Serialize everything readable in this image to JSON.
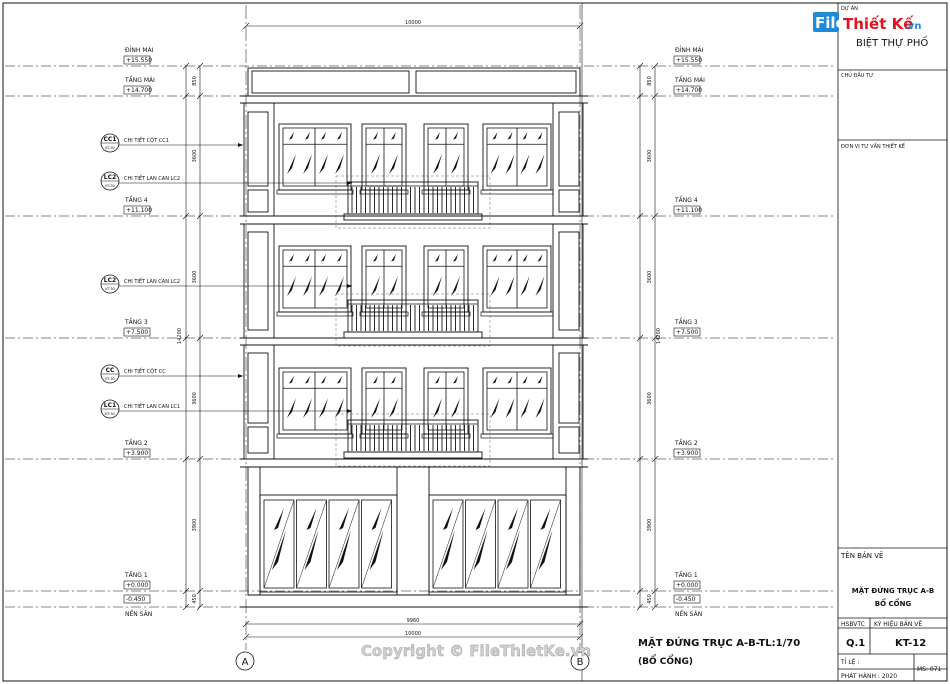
{
  "titleblock": {
    "project_label": "DỰ ÁN",
    "project_name": "BIỆT THỰ PHỐ",
    "investor_label": "CHỦ ĐẦU TƯ",
    "consultant_label": "ĐƠN VỊ TƯ VẤN THIẾT KẾ",
    "drawing_name_label": "TÊN BẢN VẼ",
    "drawing_title_line1": "MẶT ĐỨNG TRỤC A-B",
    "drawing_title_line2": "BỔ CỔNG",
    "code_label": "HSBVTC",
    "symbol_label": "KÝ HIỆU BẢN VẼ",
    "code_value": "Q.1",
    "symbol_value": "KT-12",
    "scale_label": "TỈ LỆ :",
    "issue_label": "PHÁT HÀNH : 2020",
    "ms_label": "MS: 071"
  },
  "logo": {
    "brand_a": "File",
    "brand_b": "Thiết Kế",
    "brand_c": ".vn"
  },
  "levels": [
    {
      "name": "ĐỈNH MÁI",
      "value": "+15.550"
    },
    {
      "name": "TẦNG MÁI",
      "value": "+14.700"
    },
    {
      "name": "TẦNG 4",
      "value": "+11.100"
    },
    {
      "name": "TẦNG 3",
      "value": "+7.500"
    },
    {
      "name": "TẦNG 2",
      "value": "+3.900"
    },
    {
      "name": "TẦNG 1",
      "value": "+0.000"
    },
    {
      "name": "",
      "value": "-0.450"
    },
    {
      "name": "NỀN SÂN",
      "value": ""
    }
  ],
  "callouts": [
    {
      "tag": "CC1",
      "ref": "KT-30",
      "text": "CHI TIẾT CỘT CC1"
    },
    {
      "tag": "LC2",
      "ref": "KT-30",
      "text": "CHI TIẾT LAN CAN LC2"
    },
    {
      "tag": "LC2",
      "ref": "KT-30",
      "text": "CHI TIẾT LAN CAN LC2"
    },
    {
      "tag": "CC",
      "ref": "KT-30",
      "text": "CHI TIẾT CỘT CC"
    },
    {
      "tag": "LC1",
      "ref": "KT-30",
      "text": "CHI TIẾT LAN CAN LC1"
    }
  ],
  "dimensions": {
    "top_width": "10000",
    "bottom_inner": "9960",
    "bottom_width": "10000",
    "segments_left": [
      "850",
      "3600",
      "3600",
      "3600",
      "3900",
      "450"
    ],
    "total_height": "14200"
  },
  "axes": {
    "left": "A",
    "right": "B"
  },
  "caption": {
    "line1": "MẶT ĐỨNG TRỤC A-B-TL:1/70",
    "line2": "(BỔ CỔNG)"
  },
  "watermark": "Copyright © FileThietKe.vn",
  "colors": {
    "line": "#111111",
    "red": "#e0141e",
    "blue": "#1f8bd6"
  }
}
